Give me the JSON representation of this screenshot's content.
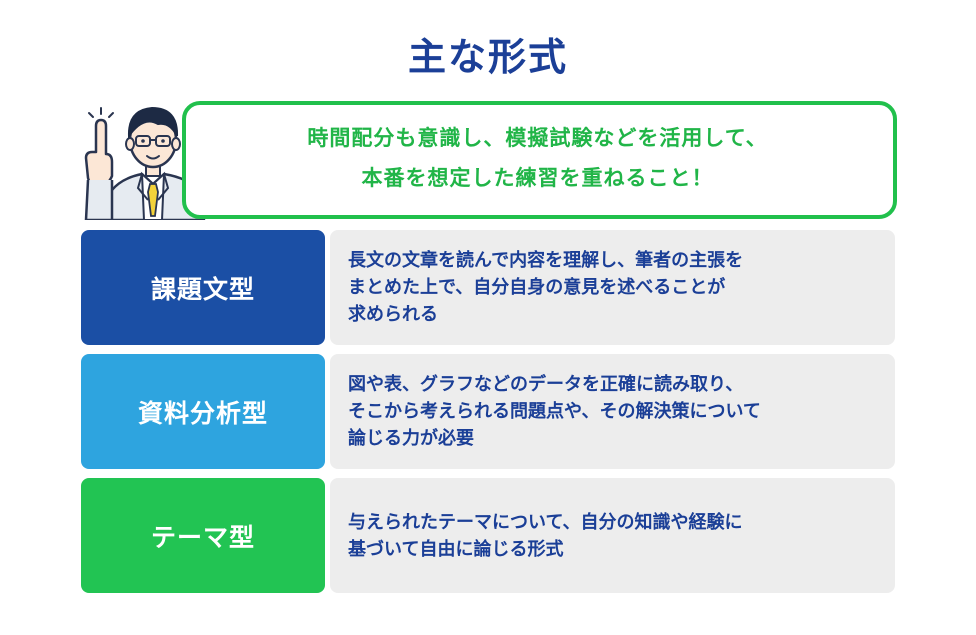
{
  "title": "主な形式",
  "bubble": {
    "line1": "時間配分も意識し、模擬試験などを活用して、",
    "line2": "本番を想定した練習を重ねること！"
  },
  "colors": {
    "title": "#1b3f97",
    "bubble_border": "#21c04c",
    "row1": "#1b4fa5",
    "row2": "#2ea4df",
    "row3": "#22c453",
    "desc_bg": "#ededed"
  },
  "rows": [
    {
      "label": "課題文型",
      "description": "長文の文章を読んで内容を理解し、筆者の主張を\nまとめた上で、自分自身の意見を述べることが\n求められる"
    },
    {
      "label": "資料分析型",
      "description": "図や表、グラフなどのデータを正確に読み取り、\nそこから考えられる問題点や、その解決策について\n論じる力が必要"
    },
    {
      "label": "テーマ型",
      "description": "与えられたテーマについて、自分の知識や経験に\n基づいて自由に論じる形式"
    }
  ],
  "icons": {
    "person": "man-pointing-up-icon"
  }
}
